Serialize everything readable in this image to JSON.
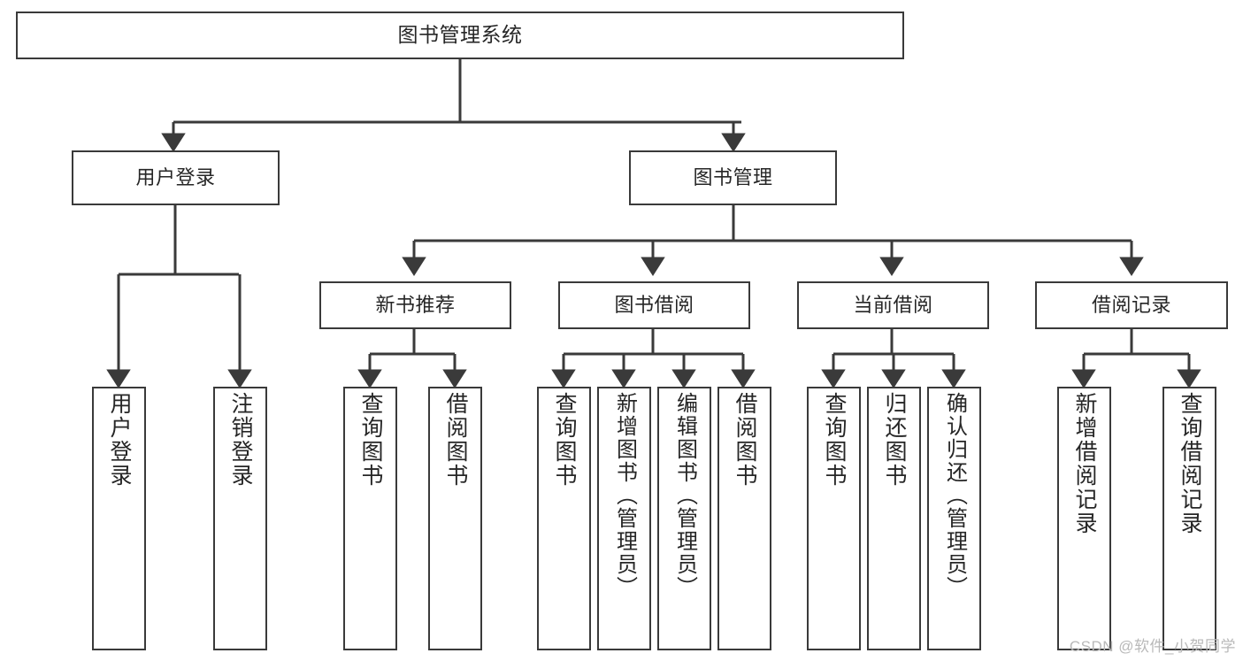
{
  "diagram": {
    "title": "图书管理系统",
    "type": "tree-hierarchy-diagram",
    "stroke_color": "#3a3a3a",
    "text_color": "#262626",
    "background_color": "#ffffff",
    "nodes": {
      "root": {
        "label": "图书管理系统"
      },
      "level2": [
        {
          "label": "用户登录"
        },
        {
          "label": "图书管理"
        }
      ],
      "level3": [
        {
          "label": "新书推荐"
        },
        {
          "label": "图书借阅"
        },
        {
          "label": "当前借阅"
        },
        {
          "label": "借阅记录"
        }
      ],
      "leaves_user_login": [
        {
          "label": "用户登录"
        },
        {
          "label": "注销登录"
        }
      ],
      "leaves_new_book": [
        {
          "label": "查询图书"
        },
        {
          "label": "借阅图书"
        }
      ],
      "leaves_borrow": [
        {
          "label": "查询图书"
        },
        {
          "label": "新增图书（管理员）"
        },
        {
          "label": "编辑图书（管理员）"
        },
        {
          "label": "借阅图书"
        }
      ],
      "leaves_current": [
        {
          "label": "查询图书"
        },
        {
          "label": "归还图书"
        },
        {
          "label": "确认归还（管理员）"
        }
      ],
      "leaves_record": [
        {
          "label": "新增借阅记录"
        },
        {
          "label": "查询借阅记录"
        }
      ]
    }
  },
  "watermark": {
    "text": "CSDN @软件_小贺同学"
  }
}
